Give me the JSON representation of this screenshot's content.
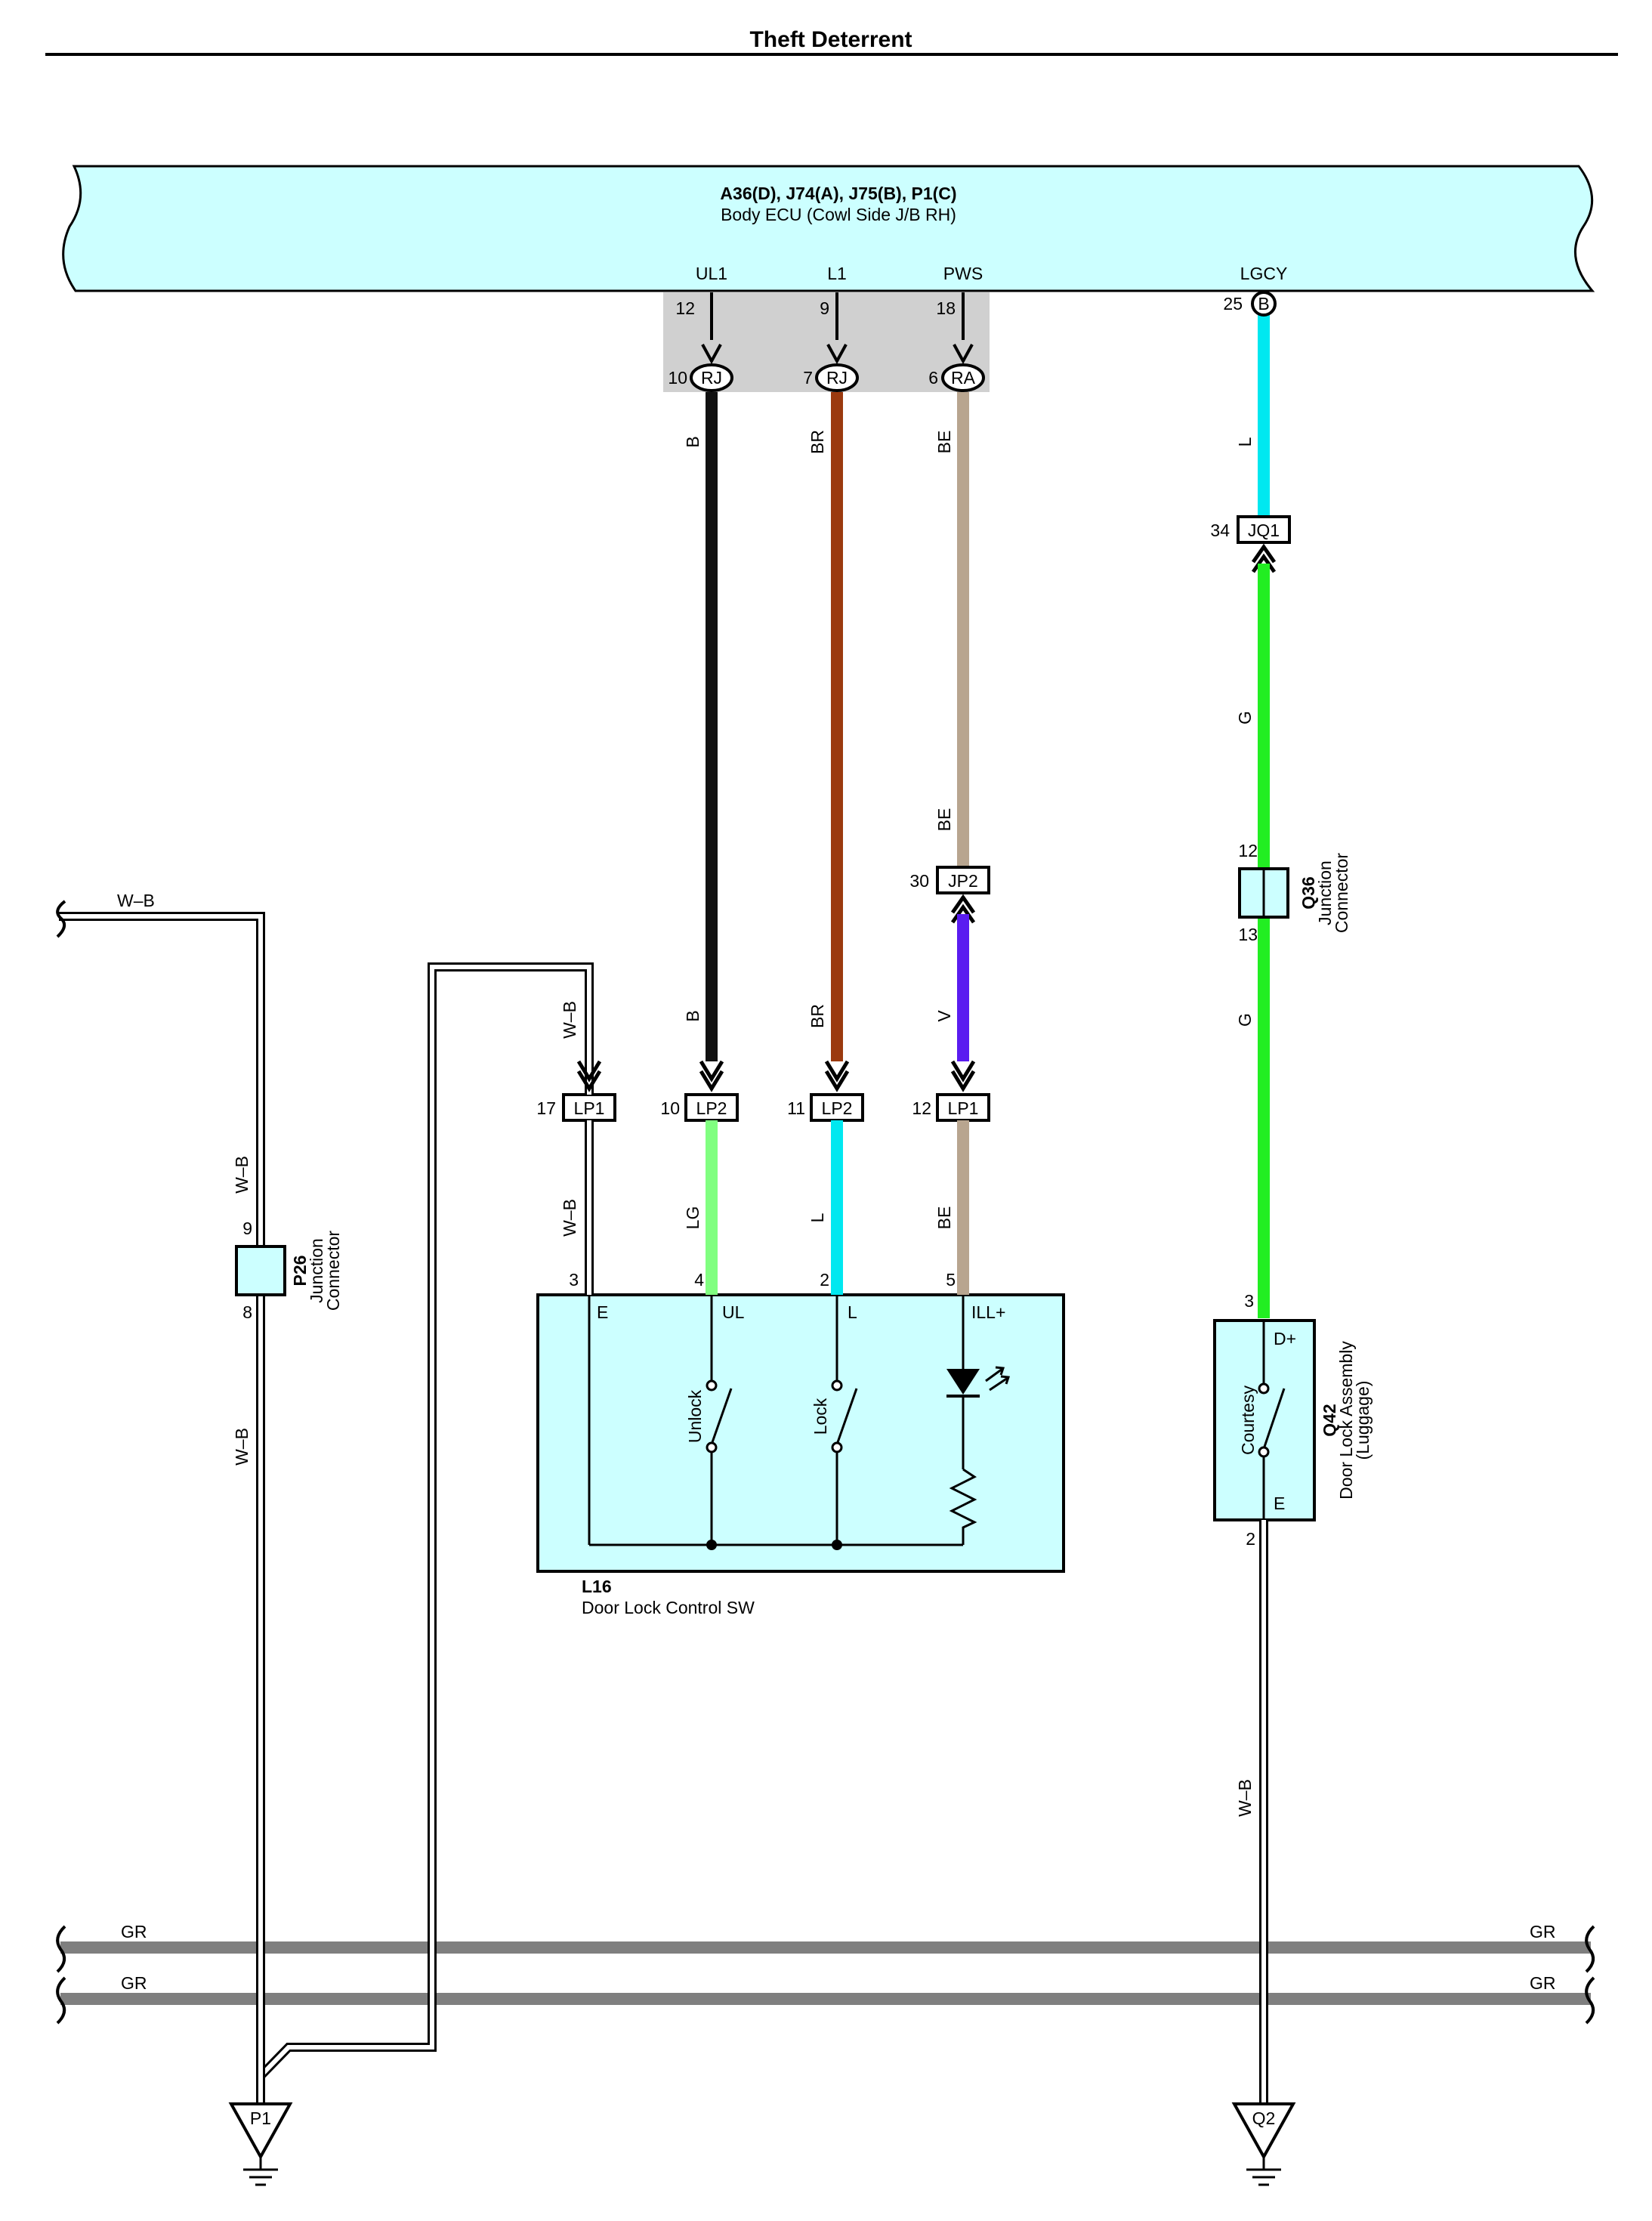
{
  "page": {
    "title": "Theft Deterrent"
  },
  "ecu": {
    "connectors": "A36(D), J74(A), J75(B), P1(C)",
    "name": "Body ECU (Cowl Side J/B RH)",
    "terminals": {
      "ul1": {
        "name": "UL1",
        "pin": "12",
        "conn_pin": "10",
        "conn": "RJ"
      },
      "l1": {
        "name": "L1",
        "pin": "9",
        "conn_pin": "7",
        "conn": "RJ"
      },
      "pws": {
        "name": "PWS",
        "pin": "18",
        "conn_pin": "6",
        "conn": "RA"
      },
      "lgcy": {
        "name": "LGCY",
        "pin": "25",
        "conn": "B"
      }
    }
  },
  "wires": {
    "ul1_upper": "B",
    "ul1_lower": "B",
    "ul1_sw": "LG",
    "l1_upper": "BR",
    "l1_lower": "BR",
    "l1_sw": "L",
    "pws_upper": "BE",
    "pws_mid": "BE",
    "pws_lower": "V",
    "pws_sw": "BE",
    "lgcy_upper": "L",
    "lgcy_mid": "G",
    "lgcy_lower": "G",
    "courtesy_gnd": "W–B",
    "wb_left": "W–B",
    "wb_left_vert1": "W–B",
    "wb_left_vert2": "W–B",
    "wb_e_upper": "W–B",
    "wb_e_lower": "W–B",
    "gr1_left": "GR",
    "gr1_right": "GR",
    "gr2_left": "GR",
    "gr2_right": "GR"
  },
  "connectors": {
    "lp1_e": {
      "pin": "17",
      "name": "LP1"
    },
    "lp2_ul": {
      "pin": "10",
      "name": "LP2"
    },
    "lp2_l": {
      "pin": "11",
      "name": "LP2"
    },
    "lp1_ill": {
      "pin": "12",
      "name": "LP1"
    },
    "jp2": {
      "pin": "30",
      "name": "JP2"
    },
    "jq1": {
      "pin": "34",
      "name": "JQ1"
    }
  },
  "junction_p26": {
    "id": "P26",
    "line1": "Junction",
    "line2": "Connector",
    "pin_top": "9",
    "pin_bottom": "8"
  },
  "junction_q36": {
    "id": "Q36",
    "line1": "Junction",
    "line2": "Connector",
    "pin_top": "12",
    "pin_bottom": "13"
  },
  "switch_l16": {
    "id": "L16",
    "name": "Door Lock Control SW",
    "terminals": {
      "e": "E",
      "ul": "UL",
      "l": "L",
      "ill": "ILL+"
    },
    "pins": {
      "e": "3",
      "ul": "4",
      "l": "2",
      "ill": "5"
    },
    "switch_unlock": "Unlock",
    "switch_lock": "Lock"
  },
  "q42": {
    "id": "Q42",
    "line1": "Door Lock Assembly",
    "line2": "(Luggage)",
    "switch": "Courtesy",
    "term_top": "D+",
    "term_bottom": "E",
    "pin_top": "3",
    "pin_bottom": "2"
  },
  "grounds": {
    "left": "P1",
    "right": "Q2"
  },
  "colors": {
    "ecu_fill": "#ccffff",
    "black": "#111111",
    "brown": "#9b3a0f",
    "beige": "#b8a58f",
    "violet": "#5a1cf0",
    "lightgreen": "#80ff80",
    "lightblue": "#00e8f0",
    "green": "#22ee22",
    "gray": "#7f7f7f"
  }
}
